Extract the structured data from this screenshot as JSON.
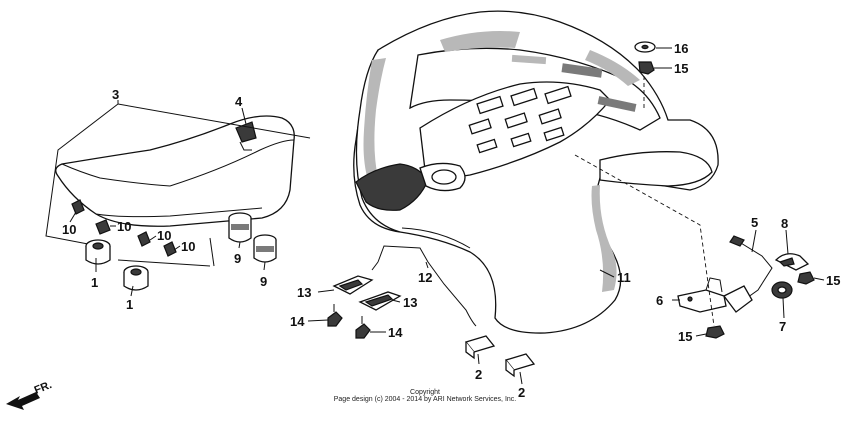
{
  "callouts": {
    "c1a": "1",
    "c1b": "1",
    "c2a": "2",
    "c2b": "2",
    "c3": "3",
    "c4": "4",
    "c5": "5",
    "c6": "6",
    "c7": "7",
    "c8": "8",
    "c9a": "9",
    "c9b": "9",
    "c10a": "10",
    "c10b": "10",
    "c10c": "10",
    "c10d": "10",
    "c11": "11",
    "c12": "12",
    "c13a": "13",
    "c13b": "13",
    "c14a": "14",
    "c14b": "14",
    "c15a": "15",
    "c15b": "15",
    "c15c": "15",
    "c16": "16"
  },
  "direction_label": "FR.",
  "copyright": {
    "line1": "Copyright",
    "line2": "Page design (c) 2004 - 2014 by ARI Network Services, Inc."
  }
}
